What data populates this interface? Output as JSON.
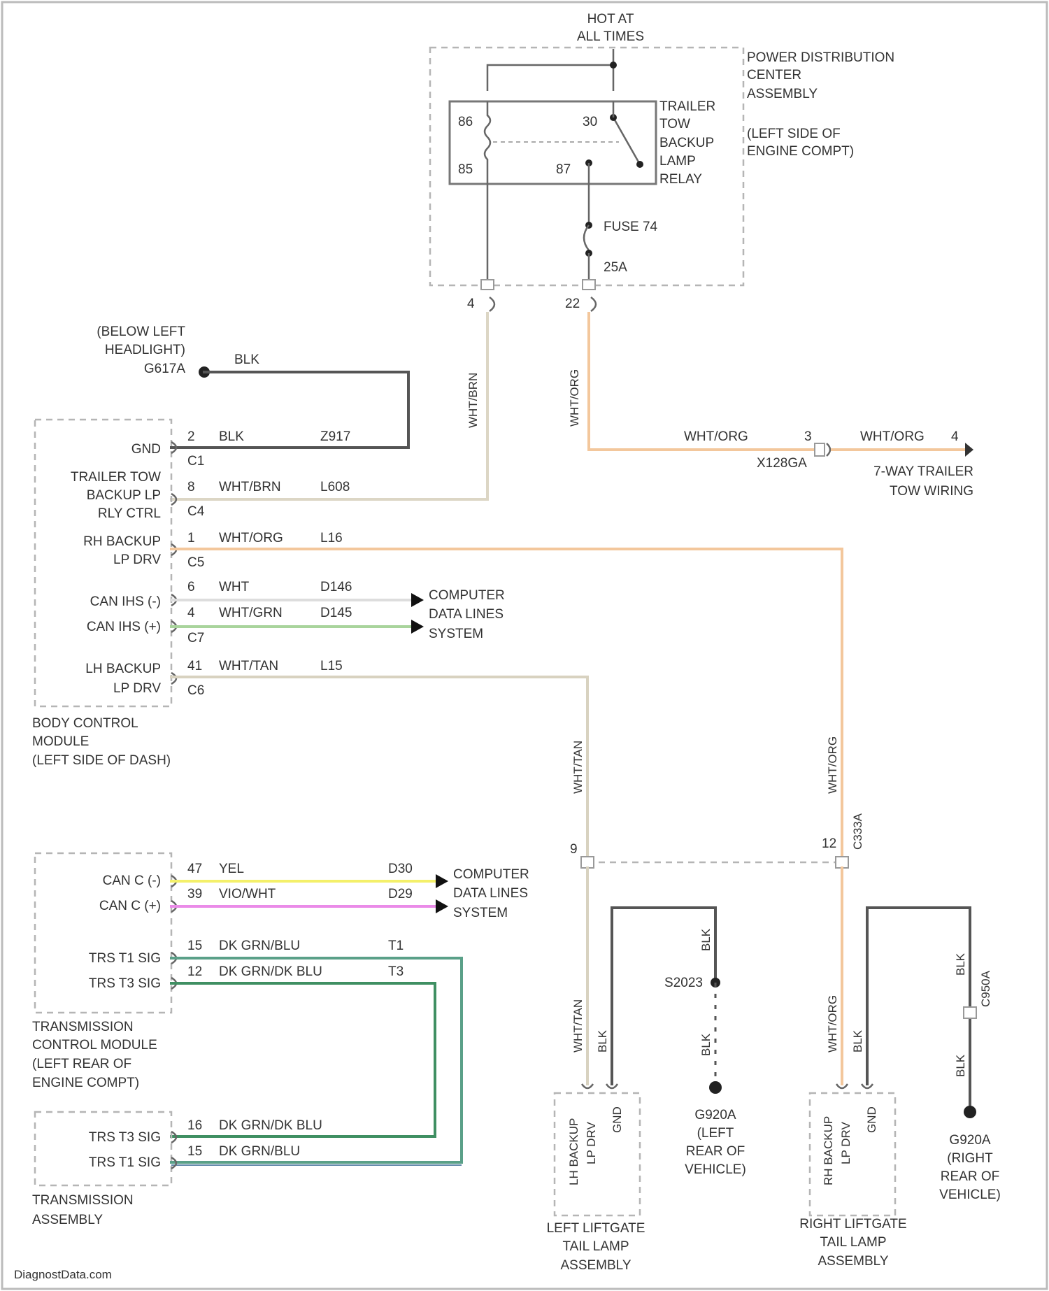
{
  "colors": {
    "blk": "#555555",
    "wht_brn": "#dcd6c5",
    "wht_org": "#f3c79c",
    "wht": "#dddddd",
    "wht_grn": "#a9d49c",
    "wht_tan": "#d8d2c0",
    "yel": "#f4f06a",
    "vio_wht": "#ea8be8",
    "dk_grn_blu": "#5aa088",
    "dk_grn_dk_blu": "#3f8f62",
    "wht_blu": "#5f87a8",
    "dashed_box": "#b5b5b5"
  },
  "labels": {
    "hot_1": "HOT AT",
    "hot_2": "ALL TIMES",
    "pdc_1": "POWER DISTRIBUTION",
    "pdc_2": "CENTER",
    "pdc_3": "ASSEMBLY",
    "pdc_4": "(LEFT SIDE OF",
    "pdc_5": "ENGINE COMPT)",
    "relay_1": "TRAILER",
    "relay_2": "TOW",
    "relay_3": "BACKUP",
    "relay_4": "LAMP",
    "relay_5": "RELAY",
    "r86": "86",
    "r85": "85",
    "r30": "30",
    "r87": "87",
    "fuse": "FUSE 74",
    "amp": "25A",
    "pdc_pin_a": "4",
    "pdc_pin_b": "22",
    "wire_pdc_a": "WHT/BRN",
    "wire_pdc_b": "WHT/ORG",
    "g_1": "(BELOW LEFT",
    "g_2": "HEADLIGHT)",
    "g_3": "G617A",
    "w_blk_top": "BLK",
    "bcm_gnd": "GND",
    "bcm_gnd_pin": "2",
    "bcm_gnd_wire": "BLK",
    "bcm_gnd_circ": "Z917",
    "c1": "C1",
    "ttb_1": "TRAILER TOW",
    "ttb_2": "BACKUP LP",
    "ttb_3": "RLY CTRL",
    "ttb_pin": "8",
    "ttb_wire": "WHT/BRN",
    "ttb_circ": "L608",
    "c4": "C4",
    "rh_1": "RH BACKUP",
    "rh_2": "LP DRV",
    "rh_pin": "1",
    "rh_wire": "WHT/ORG",
    "rh_circ": "L16",
    "c5": "C5",
    "canl": "CAN IHS (-)",
    "canl_pin": "6",
    "canl_wire": "WHT",
    "canl_circ": "D146",
    "canh": "CAN IHS (+)",
    "canh_pin": "4",
    "canh_wire": "WHT/GRN",
    "canh_circ": "D145",
    "c7": "C7",
    "cdl_1a": "COMPUTER",
    "cdl_2a": "DATA LINES",
    "cdl_3a": "SYSTEM",
    "lh_1": "LH BACKUP",
    "lh_2": "LP DRV",
    "lh_pin": "41",
    "lh_wire": "WHT/TAN",
    "lh_circ": "L15",
    "c6": "C6",
    "bcm_1": "BODY CONTROL",
    "bcm_2": "MODULE",
    "bcm_3": "(LEFT SIDE OF DASH)",
    "x_1": "WHT/ORG",
    "x_pin": "3",
    "x_2": "WHT/ORG",
    "x_pin2": "4",
    "x_id": "X128GA",
    "tt_1": "7-WAY TRAILER",
    "tt_2": "TOW WIRING",
    "v_lh": "WHT/TAN",
    "v_rh": "WHT/ORG",
    "pin9": "9",
    "pin12": "12",
    "c_rear": "C333A",
    "canc_l": "CAN C (-)",
    "canc_l_pin": "47",
    "canc_l_wire": "YEL",
    "canc_l_circ": "D30",
    "canc_h": "CAN C (+)",
    "canc_h_pin": "39",
    "canc_h_wire": "VIO/WHT",
    "canc_h_circ": "D29",
    "cdl_1b": "COMPUTER",
    "cdl_2b": "DATA LINES",
    "cdl_3b": "SYSTEM",
    "trs1": "TRS T1 SIG",
    "trs1_pin": "15",
    "trs1_wire": "DK GRN/BLU",
    "trs1_circ": "T1",
    "trs3": "TRS T3 SIG",
    "trs3_pin": "12",
    "trs3_wire": "DK GRN/DK BLU",
    "trs3_circ": "T3",
    "tcm_1": "TRANSMISSION",
    "tcm_2": "CONTROL MODULE",
    "tcm_3": "(LEFT REAR OF",
    "tcm_4": "ENGINE COMPT)",
    "ta_trs3": "TRS T3 SIG",
    "ta_trs3_pin": "16",
    "ta_trs3_wire": "DK GRN/DK BLU",
    "ta_trs1": "TRS T1 SIG",
    "ta_trs1_pin": "15",
    "ta_trs1_wire": "DK GRN/BLU",
    "ta_1": "TRANSMISSION",
    "ta_2": "ASSEMBLY",
    "ll_blk": "BLK",
    "ll_tan": "WHT/TAN",
    "ll_blk2": "BLK",
    "s_id": "S2023",
    "s_blk": "BLK",
    "ll_lamp_1": "LH BACKUP",
    "ll_lamp_2": "LP DRV",
    "ll_gnd": "GND",
    "lg_1": "G920A",
    "lg_2": "(LEFT",
    "lg_3": "REAR OF",
    "lg_4": "VEHICLE)",
    "ll_1": "LEFT LIFTGATE",
    "ll_2": "TAIL LAMP",
    "ll_3": "ASSEMBLY",
    "rl_org": "WHT/ORG",
    "rl_blk": "BLK",
    "rl_blk2": "BLK",
    "rl_blk3": "BLK",
    "rl_c": "C950A",
    "rl_lamp_1": "RH BACKUP",
    "rl_lamp_2": "LP DRV",
    "rl_gnd": "GND",
    "rg_1": "G920A",
    "rg_2": "(RIGHT",
    "rg_3": "REAR OF",
    "rg_4": "VEHICLE)",
    "rl_1": "RIGHT LIFTGATE",
    "rl_2": "TAIL LAMP",
    "rl_3": "ASSEMBLY",
    "watermark": "DiagnostData.com"
  }
}
